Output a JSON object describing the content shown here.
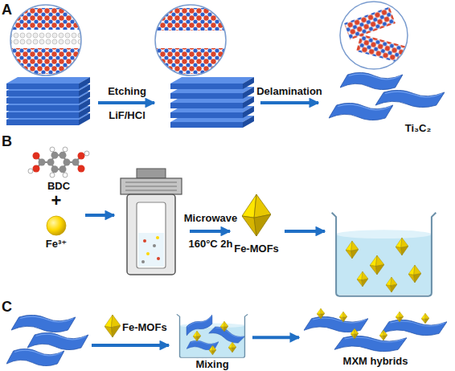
{
  "diagram": {
    "nodes": [
      {
        "text": [
          "Ti₃C₂"
        ]
      },
      {
        "text": [
          "BDC"
        ]
      },
      {
        "text": [
          "Fe³⁺"
        ]
      },
      {
        "text": [
          "Fe-MOFs"
        ]
      },
      {
        "text": [
          "Fe-MOFs"
        ]
      },
      {
        "text": [
          "Mixing"
        ]
      },
      {
        "text": [
          "MXM hybrids"
        ]
      }
    ],
    "edges": [
      {
        "from": 5,
        "to": 6,
        "arrow": "to"
      }
    ],
    "labels": [
      "A",
      "Etching",
      "LiF/HCl",
      "Delamination",
      "B",
      "+",
      "Microwave",
      "160°C 2h",
      "C"
    ]
  }
}
